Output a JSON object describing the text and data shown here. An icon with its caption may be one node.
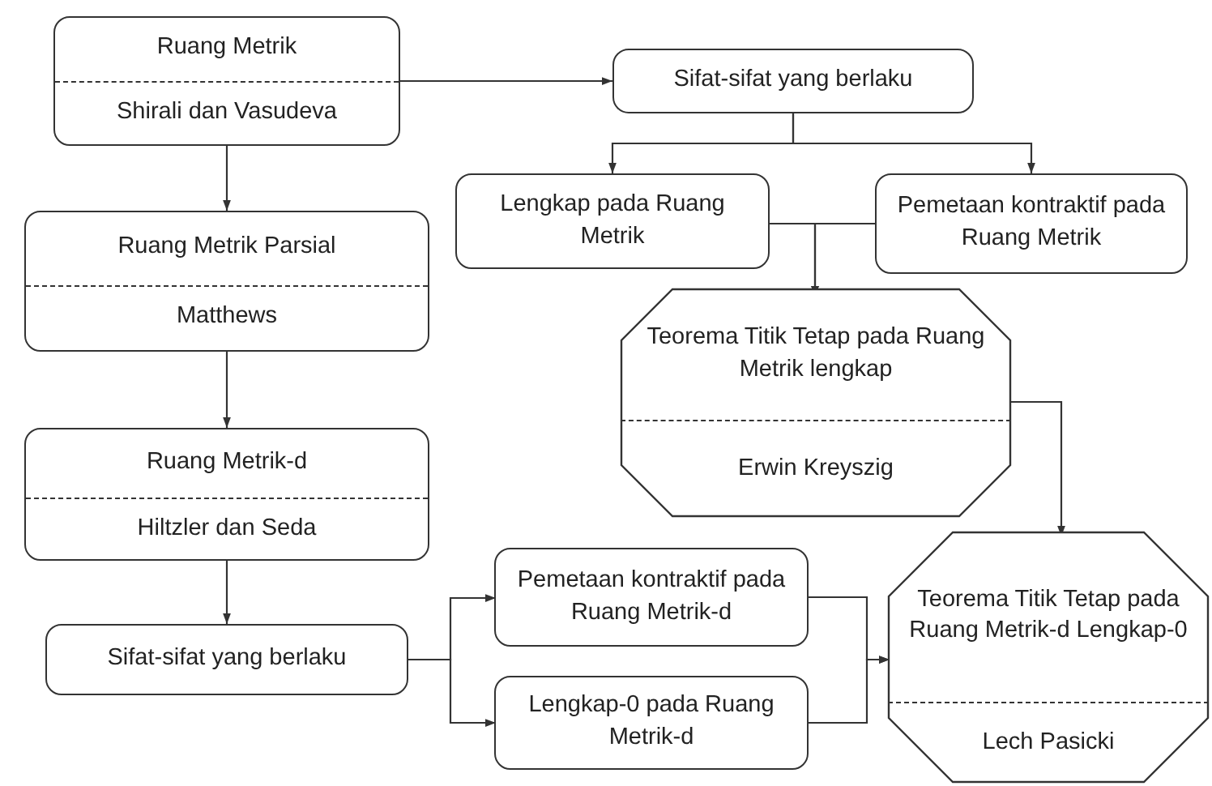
{
  "diagram": {
    "nodes": [
      {
        "text": [
          "Ruang Metrik",
          "Shirali dan Vasudeva"
        ]
      },
      {
        "text": [
          "Sifat-sifat yang berlaku"
        ]
      },
      {
        "text": [
          "Lengkap pada Ruang Metrik"
        ]
      },
      {
        "text": [
          "Pemetaan kontraktif pada Ruang Metrik"
        ]
      },
      {
        "text": [
          "Ruang Metrik Parsial",
          "Matthews"
        ]
      },
      {
        "text": [
          "Teorema Titik Tetap pada Ruang Metrik lengkap",
          "Erwin Kreyszig"
        ]
      },
      {
        "text": [
          "Ruang Metrik-d",
          "Hiltzler dan Seda"
        ]
      },
      {
        "text": [
          "Sifat-sifat yang berlaku"
        ]
      },
      {
        "text": [
          "Pemetaan kontraktif pada Ruang Metrik-d"
        ]
      },
      {
        "text": [
          "Lengkap-0 pada Ruang Metrik-d"
        ]
      },
      {
        "text": [
          "Teorema Titik Tetap pada Ruang Metrik-d Lengkap-0",
          "Lech Pasicki"
        ]
      }
    ],
    "edges": [
      {
        "from": 0,
        "to": 1,
        "arrow": "to"
      },
      {
        "from": 0,
        "to": 4,
        "arrow": "to"
      },
      {
        "from": 1,
        "to": 2,
        "arrow": "to"
      },
      {
        "from": 1,
        "to": 3,
        "arrow": "to"
      },
      {
        "from": 2,
        "to": 5,
        "arrow": "to"
      },
      {
        "from": 3,
        "to": 5,
        "arrow": "to"
      },
      {
        "from": 4,
        "to": 6,
        "arrow": "to"
      },
      {
        "from": 5,
        "to": 10,
        "arrow": "to"
      },
      {
        "from": 6,
        "to": 7,
        "arrow": "to"
      },
      {
        "from": 7,
        "to": 8,
        "arrow": "to"
      },
      {
        "from": 7,
        "to": 9,
        "arrow": "to"
      },
      {
        "from": 8,
        "to": 10,
        "arrow": "to"
      },
      {
        "from": 9,
        "to": 10,
        "arrow": "to"
      }
    ]
  }
}
